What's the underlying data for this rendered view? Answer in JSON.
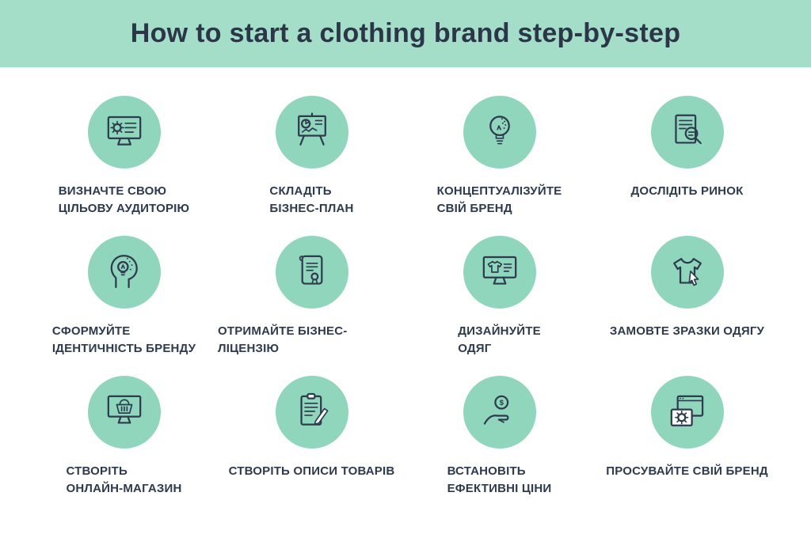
{
  "colors": {
    "banner": "#a4ddc8",
    "circle": "#8fd6bd",
    "text": "#2e3a4d",
    "background": "#ffffff",
    "icon_stroke": "#2e3b4e"
  },
  "header": {
    "title": "How to start a clothing brand step-by-step"
  },
  "steps": [
    {
      "icon": "monitor-gear-icon",
      "label": "ВИЗНАЧТЕ СВОЮ ЦІЛЬОВУ АУДИТОРІЮ",
      "lines": [
        "ВИЗНАЧТЕ СВОЮ",
        "ЦІЛЬОВУ АУДИТОРІЮ"
      ]
    },
    {
      "icon": "presentation-chart-icon",
      "label": "СКЛАДІТЬ БІЗНЕС-ПЛАН",
      "lines": [
        "СКЛАДІТЬ",
        "БІЗНЕС-ПЛАН"
      ]
    },
    {
      "icon": "idea-bulb-icon",
      "label": "КОНЦЕПТУАЛІЗУЙТЕ СВІЙ БРЕНД",
      "lines": [
        "КОНЦЕПТУАЛІЗУЙТЕ",
        "СВІЙ БРЕНД"
      ]
    },
    {
      "icon": "document-magnifier-icon",
      "label": "ДОСЛІДІТЬ РИНОК",
      "lines": [
        "ДОСЛІДІТЬ РИНОК"
      ]
    },
    {
      "icon": "head-lightbulb-icon",
      "label": "СФОРМУЙТЕ ІДЕНТИЧНІСТЬ БРЕНДУ",
      "lines": [
        "СФОРМУЙТЕ",
        "ІДЕНТИЧНІСТЬ БРЕНДУ"
      ]
    },
    {
      "icon": "license-certificate-icon",
      "label": "ОТРИМАЙТЕ БІЗНЕС-ЛІЦЕНЗІЮ",
      "lines": [
        "ОТРИМАЙТЕ БІЗНЕС-ЛІЦЕНЗІЮ"
      ]
    },
    {
      "icon": "monitor-tshirt-icon",
      "label": "ДИЗАЙНУЙТЕ ОДЯГ",
      "lines": [
        "ДИЗАЙНУЙТЕ",
        "ОДЯГ"
      ]
    },
    {
      "icon": "tshirt-cursor-icon",
      "label": "ЗАМОВТЕ ЗРАЗКИ ОДЯГУ",
      "lines": [
        "ЗАМОВТЕ ЗРАЗКИ ОДЯГУ"
      ]
    },
    {
      "icon": "monitor-basket-icon",
      "label": "СТВОРІТЬ ОНЛАЙН-МАГАЗИН",
      "lines": [
        "СТВОРІТЬ",
        "ОНЛАЙН-МАГАЗИН"
      ]
    },
    {
      "icon": "clipboard-pencil-icon",
      "label": "СТВОРІТЬ ОПИСИ ТОВАРІВ",
      "lines": [
        "СТВОРІТЬ ОПИСИ ТОВАРІВ"
      ]
    },
    {
      "icon": "hand-dollar-coin-icon",
      "label": "ВСТАНОВІТЬ ЕФЕКТИВНІ ЦІНИ",
      "lines": [
        "ВСТАНОВІТЬ",
        "ЕФЕКТИВНІ ЦІНИ"
      ],
      "coin_symbol": "$"
    },
    {
      "icon": "browser-gear-icon",
      "label": "ПРОСУВАЙТЕ СВІЙ БРЕНД",
      "lines": [
        "ПРОСУВАЙТЕ СВІЙ БРЕНД"
      ]
    }
  ]
}
